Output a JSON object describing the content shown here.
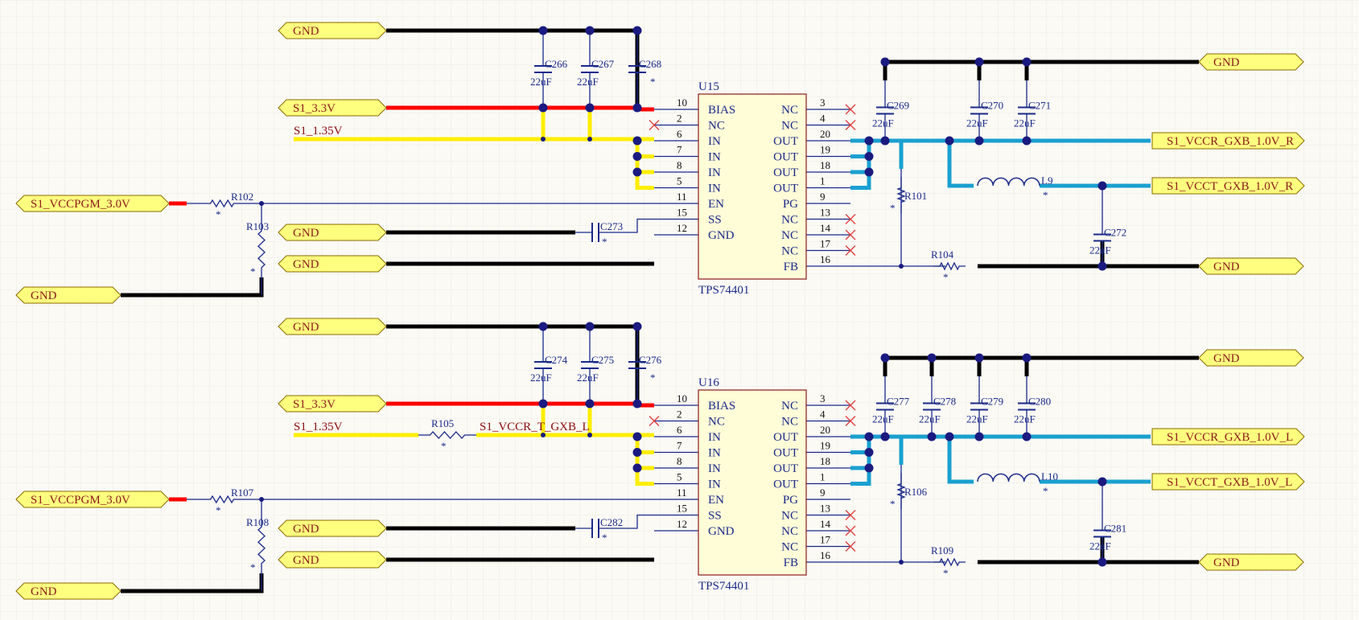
{
  "ports": {
    "gnd": "GND",
    "s1_3v3": "S1_3.3V",
    "vccpgm": "S1_VCCPGM_3.0V",
    "vccr_r": "S1_VCCR_GXB_1.0V_R",
    "vcct_r": "S1_VCCT_GXB_1.0V_R",
    "vccr_l": "S1_VCCR_GXB_1.0V_L",
    "vcct_l": "S1_VCCT_GXB_1.0V_L"
  },
  "net_labels": {
    "s1_1v35": "S1_1.35V",
    "vccr_t_gxb_l": "S1_VCCR_T_GXB_L"
  },
  "ic": {
    "part": "TPS74401",
    "designators": [
      "U15",
      "U16"
    ],
    "left_pins": [
      {
        "num": "10",
        "name": "BIAS"
      },
      {
        "num": "2",
        "name": "NC"
      },
      {
        "num": "6",
        "name": "IN"
      },
      {
        "num": "7",
        "name": "IN"
      },
      {
        "num": "8",
        "name": "IN"
      },
      {
        "num": "5",
        "name": "IN"
      },
      {
        "num": "11",
        "name": "EN"
      },
      {
        "num": "15",
        "name": "SS"
      },
      {
        "num": "12",
        "name": "GND"
      }
    ],
    "right_pins": [
      {
        "num": "3",
        "name": "NC"
      },
      {
        "num": "4",
        "name": "NC"
      },
      {
        "num": "20",
        "name": "OUT"
      },
      {
        "num": "19",
        "name": "OUT"
      },
      {
        "num": "18",
        "name": "OUT"
      },
      {
        "num": "1",
        "name": "OUT"
      },
      {
        "num": "9",
        "name": "PG"
      },
      {
        "num": "13",
        "name": "NC"
      },
      {
        "num": "14",
        "name": "NC"
      },
      {
        "num": "17",
        "name": "NC"
      },
      {
        "num": "16",
        "name": "FB"
      }
    ]
  },
  "components": {
    "top": {
      "c_bias": [
        "C266",
        "C267",
        "C268"
      ],
      "c_out": [
        "C269",
        "C270",
        "C271"
      ],
      "c_vcct": "C272",
      "c_ss": "C273",
      "r_en": "R102",
      "r_pd": "R103",
      "r_fb1": "R101",
      "r_fb2": "R104",
      "inductor": "L9"
    },
    "bottom": {
      "c_bias": [
        "C274",
        "C275",
        "C276"
      ],
      "c_out": [
        "C277",
        "C278",
        "C279",
        "C280"
      ],
      "c_vcct": "C281",
      "c_ss": "C282",
      "r_en": "R107",
      "r_pd": "R108",
      "r_fb1": "R106",
      "r_fb2": "R109",
      "r_in": "R105",
      "inductor": "L10"
    }
  },
  "values": {
    "cap_22u": "22uF",
    "unspecified": "*"
  },
  "colors": {
    "background": "#fbfaf5",
    "grid": "#ecebe3",
    "wire": "#1a2a8a",
    "gnd_bus": "#000000",
    "rail_3v3": "#ff0000",
    "rail_1v35": "#ffee00",
    "rail_1v0": "#1aa0d0",
    "port_fill": "#ffff7f",
    "port_stroke": "#8b6a00",
    "ic_fill": "#fffcd8",
    "ic_stroke": "#8b1a1a",
    "no_connect": "#e04040",
    "junction": "#1a1a80"
  }
}
